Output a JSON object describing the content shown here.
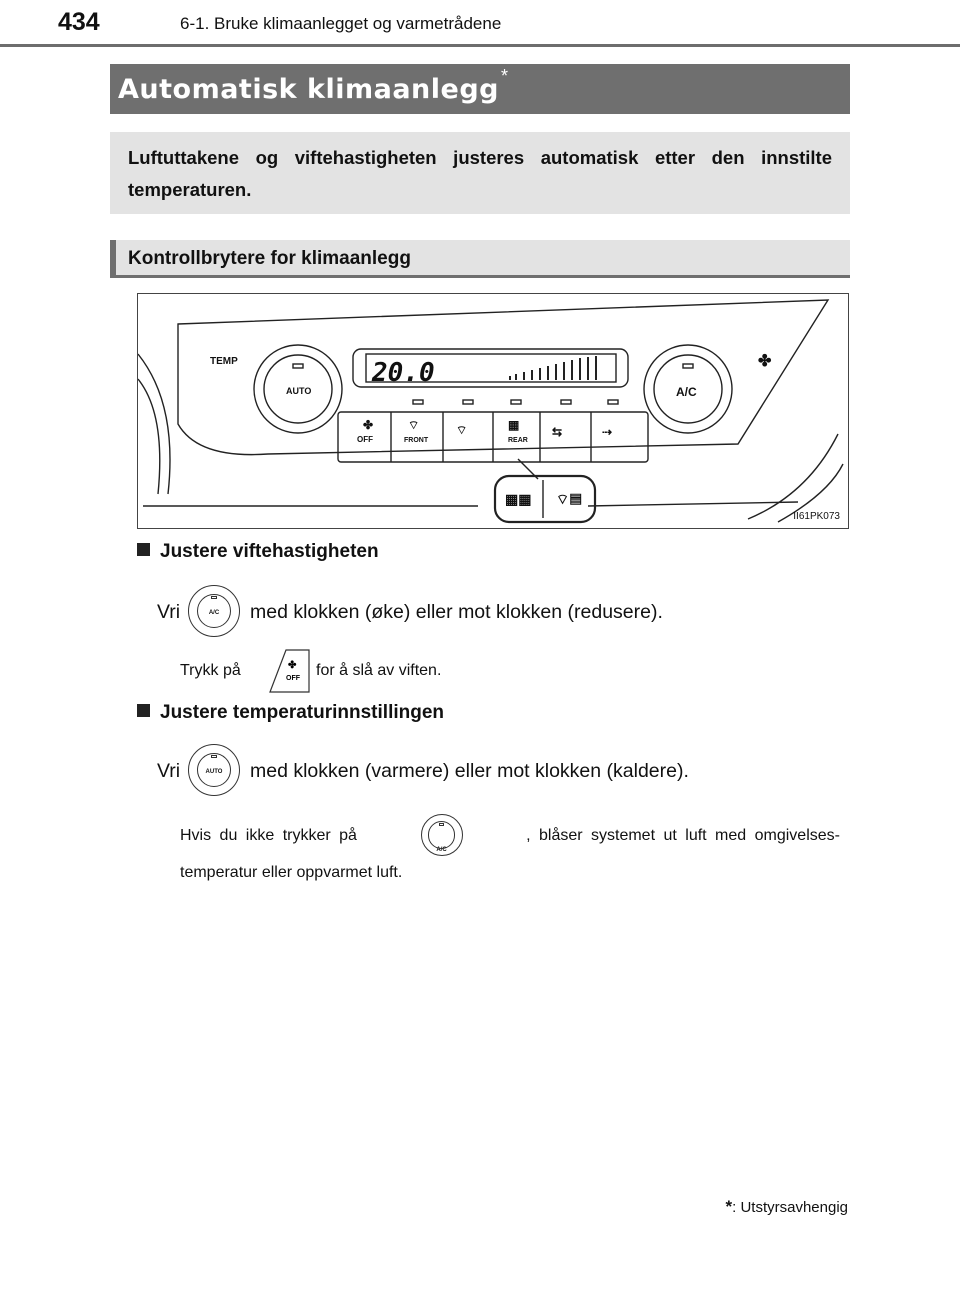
{
  "header": {
    "page_number": "434",
    "section": "6-1. Bruke klimaanlegget og varmetrådene"
  },
  "title": {
    "text": "Automatisk klimaanlegg",
    "marker": "*"
  },
  "intro": {
    "text": "Luftuttakene og viftehastigheten justeres automatisk etter den innstilte temperaturen."
  },
  "subsection": {
    "heading": "Kontrollbrytere for klimaanlegg"
  },
  "figure": {
    "code": "II61PK073",
    "panel_labels": {
      "temp": "TEMP",
      "auto": "AUTO",
      "ac": "A/C",
      "display_temp": "20.0",
      "off": "OFF",
      "front": "FRONT",
      "rear": "REAR"
    },
    "icons": [
      "fan-icon",
      "front-defroster-icon",
      "windshield-airflow-icon",
      "rear-defroster-icon",
      "recirculation-icon",
      "fresh-air-icon",
      "wiper-deicer-icon"
    ]
  },
  "fan_section": {
    "heading": "Justere viftehastigheten",
    "line_before": "Vri",
    "line_after": "med klokken (øke) eller mot klokken (redusere).",
    "knob_label": "A/C",
    "note_before": "Trykk på",
    "note_after": "for å slå av viften.",
    "off_label": "OFF"
  },
  "temp_section": {
    "heading": "Justere temperaturinnstillingen",
    "line_before": "Vri",
    "line_after": "med klokken (varmere) eller mot klokken (kaldere).",
    "knob_label": "AUTO",
    "note_before": "Hvis du ikke trykker på",
    "note_after": ", blåser systemet ut luft med omgivelses-",
    "note_line2": "temperatur eller oppvarmet luft.",
    "note_knob_label": "A/C"
  },
  "footnote": {
    "marker": "*",
    "text": ": Utstyrsavhengig"
  }
}
